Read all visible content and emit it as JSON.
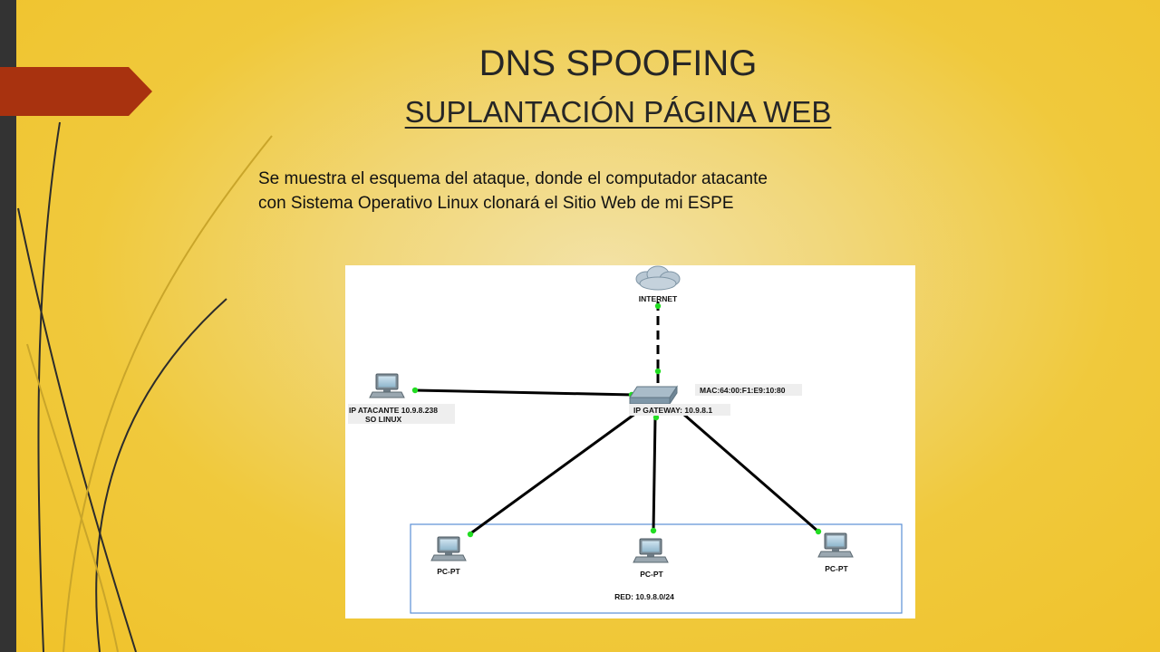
{
  "slide": {
    "title": "DNS SPOOFING",
    "subtitle": "SUPLANTACIÓN PÁGINA WEB",
    "description_lines": [
      "Se muestra el esquema del ataque, donde el computador atacante",
      "con Sistema Operativo Linux clonará el Sitio Web de mi ESPE"
    ],
    "accent_color": "#a8320f"
  },
  "diagram": {
    "internet_label": "INTERNET",
    "mac_label": "MAC:64:00:F1:E9:10:80",
    "gateway_label": "IP GATEWAY: 10.9.8.1",
    "attacker_label_line1": "IP ATACANTE 10.9.8.238",
    "attacker_label_line2": "SO LINUX",
    "pc_labels": [
      "PC-PT",
      "PC-PT",
      "PC-PT"
    ],
    "network_label": "RED: 10.9.8.0/24",
    "link_color": "#000000",
    "link_endpoint_color": "#22dd22",
    "network_box_color": "#5b8fd6"
  }
}
